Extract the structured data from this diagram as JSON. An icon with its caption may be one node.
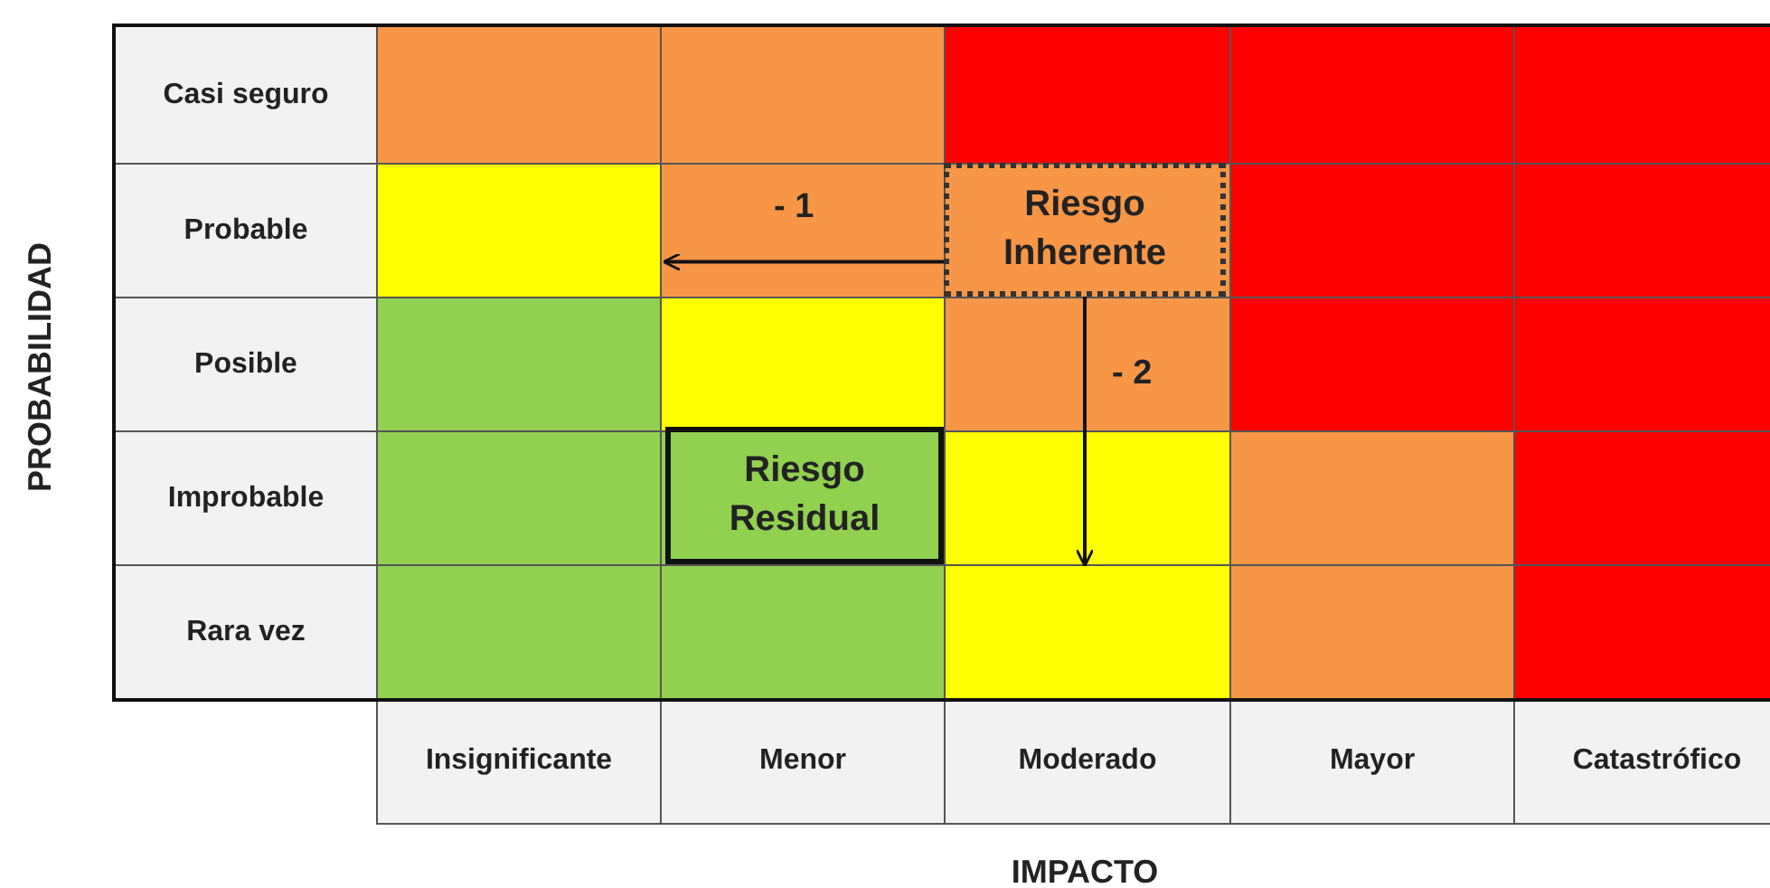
{
  "diagram": {
    "nodes": [
      {
        "text": [
          "Riesgo Inherente"
        ]
      },
      {
        "text": [
          "Riesgo Residual"
        ]
      },
      {
        "text": [],
        "shape": "box"
      },
      {
        "text": [],
        "shape": "box"
      }
    ],
    "edges": [
      {
        "from": 0,
        "to": 2,
        "arrow": "to",
        "label": "- 1"
      },
      {
        "from": 0,
        "to": 3,
        "arrow": "to",
        "label": "- 2"
      }
    ],
    "labels": [
      "PROBABILIDAD",
      "Casi seguro",
      "Probable",
      "Posible",
      "Improbable",
      "Rara vez",
      "Insignificante",
      "Menor",
      "Moderado",
      "Mayor",
      "Catastrófico",
      "IMPACTO"
    ]
  }
}
